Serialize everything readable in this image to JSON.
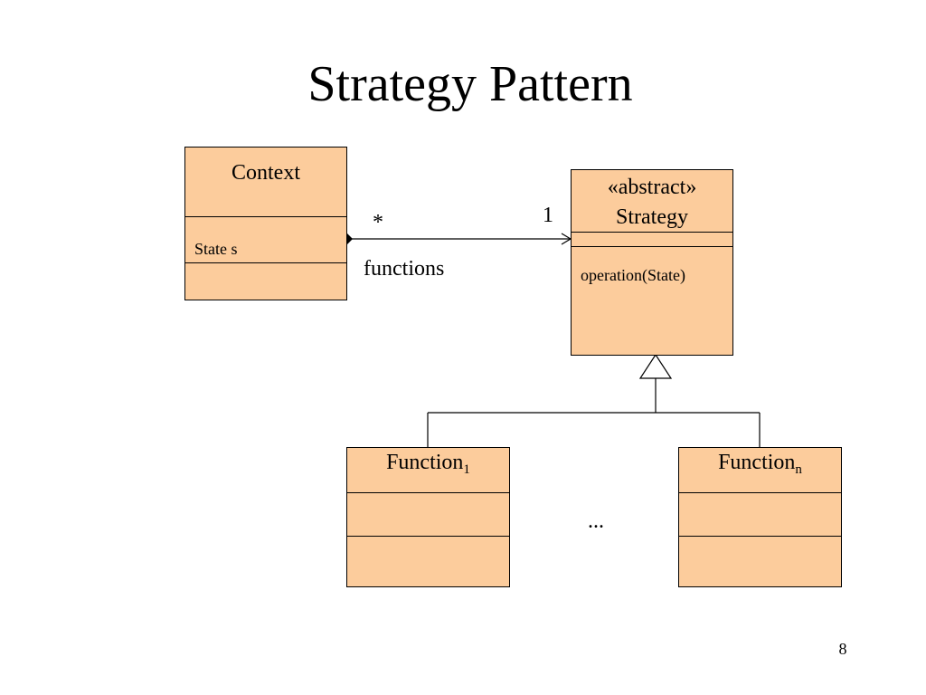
{
  "slide": {
    "title": "Strategy Pattern",
    "page_number": "8"
  },
  "colors": {
    "box_fill": "#FCCC9C",
    "line": "#000000",
    "background": "#FFFFFF"
  },
  "context_class": {
    "name": "Context",
    "attribute": "State s"
  },
  "association": {
    "context_multiplicity": "*",
    "strategy_multiplicity": "1",
    "role": "functions"
  },
  "strategy_class": {
    "stereotype": "«abstract»",
    "name": "Strategy",
    "operation": "operation(State)"
  },
  "function_first": {
    "name": "Function",
    "subscript": "1"
  },
  "function_last": {
    "name": "Function",
    "subscript": "n"
  },
  "ellipsis": "..."
}
